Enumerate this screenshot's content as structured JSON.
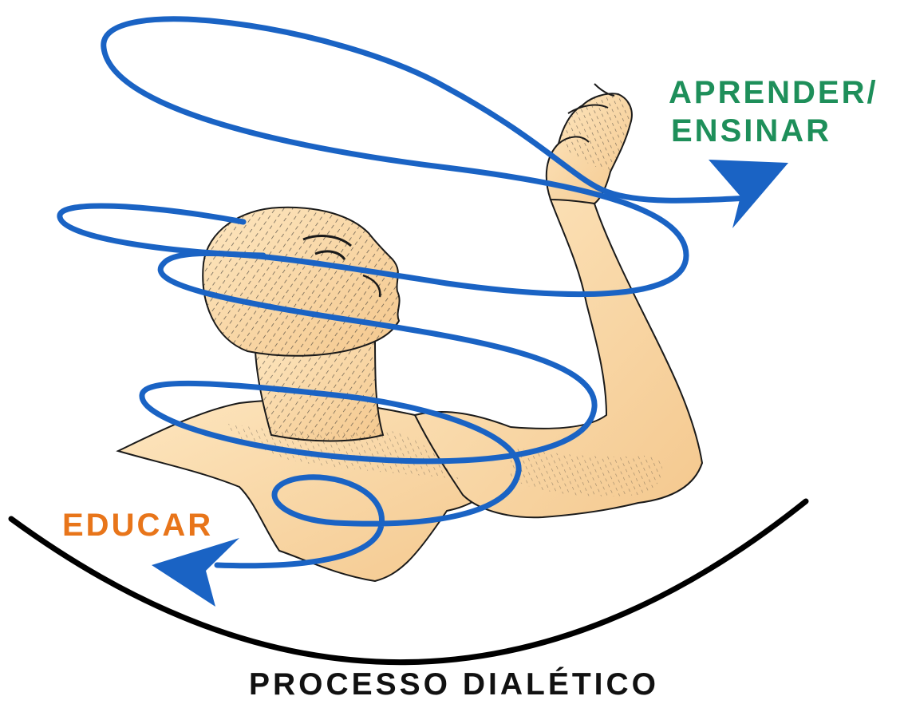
{
  "labels": {
    "learn_teach_line1": "APRENDER/",
    "learn_teach_line2": "ENSINAR",
    "educate": "EDUCAR",
    "title": "PROCESSO DIALÉTICO"
  },
  "colors": {
    "spiral": "#1a63c4",
    "learn_teach": "#1e8f5a",
    "educate": "#e8751a",
    "title": "#111111",
    "ground_arc": "#000000",
    "skin_fill": "#fbdcaa",
    "skin_shadow": "#f2c486",
    "hatching": "#2b2b2b"
  },
  "illustration": {
    "figure": "human figure looking up with raised arm",
    "spiral": "blue spiral loops wrapping around the figure",
    "arrows": [
      "arrow-up-right",
      "arrow-down-left"
    ]
  }
}
